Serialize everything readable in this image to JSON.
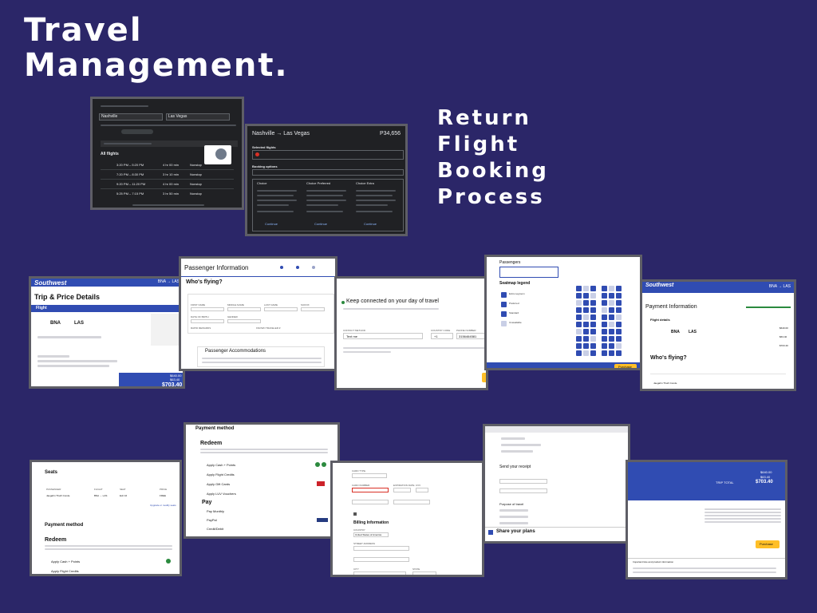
{
  "heading": {
    "title_line1": "Travel",
    "title_line2": "Management.",
    "subtitle_lines": [
      "Return",
      "Flight",
      "Booking",
      "Process"
    ]
  },
  "shot1": {
    "from": "Nashville",
    "to": "Las Vegas",
    "section": "All flights",
    "times": [
      "3:20 PM – 5:20 PM",
      "7:20 PM – 8:30 PM",
      "9:20 PM – 11:20 PM",
      "5:25 PM – 7:15 PM"
    ],
    "durations": [
      "4 hr 00 min",
      "3 hr 10 min",
      "4 hr 00 min",
      "3 hr 50 min"
    ],
    "stops": [
      "Nonstop",
      "Nonstop",
      "Nonstop",
      "Nonstop"
    ]
  },
  "shot2": {
    "route": "Nashville → Las Vegas",
    "price": "P34,656",
    "selected_label": "Selected flights",
    "booking_label": "Booking options",
    "fares": [
      "Choice",
      "Choice Preferred",
      "Choice Extra"
    ],
    "button": "Continue"
  },
  "shot3": {
    "logo": "Southwest",
    "route": "BNA → LAS",
    "title": "Trip & Price Details",
    "flight_label": "Flight",
    "from": "BNA",
    "to": "LAS",
    "total": "$703.40",
    "amount1": "$640.00",
    "amount2": "$63.40"
  },
  "shot4": {
    "title": "Passenger Information",
    "section": "Who's flying?",
    "fields": [
      "FIRST NAME",
      "MIDDLE NAME",
      "LAST NAME",
      "SUFFIX",
      "DATE OF BIRTH",
      "GENDER",
      "RAPID REWARDS",
      "KNOWN TRAVELER #"
    ],
    "accommodations": "Passenger Accommodations"
  },
  "shot5": {
    "title": "Keep connected on your day of travel",
    "labels": [
      "CONTACT METHOD",
      "COUNTRY CODE",
      "PHONE NUMBER"
    ],
    "values": [
      "Text me",
      "+1",
      "3156464581"
    ]
  },
  "shot6": {
    "label": "Passengers",
    "legend_title": "Seatmap legend",
    "legend": [
      "Extra Legroom",
      "Preferred",
      "Standard",
      "Unavailable"
    ],
    "button": "Purchase"
  },
  "shot7": {
    "logo": "Southwest",
    "route": "BNA → LAS",
    "title": "Payment Information",
    "flight_details": "Flight details",
    "from": "BNA",
    "to": "LAS",
    "prices": [
      "$640.00",
      "$63.40",
      "$703.40"
    ],
    "who": "Who's flying?",
    "passenger": "Jaegahn Thurli Conde"
  },
  "shot8": {
    "title": "Payment method",
    "redeem": "Redeem",
    "redeem_options": [
      "Apply Cash + Points",
      "Apply Flight Credits",
      "Apply Gift Cards",
      "Apply LUV Vouchers"
    ],
    "pay": "Pay",
    "pay_options": [
      "Pay Monthly",
      "PayPal",
      "Credit/Debit"
    ]
  },
  "shot9": {
    "seats_title": "Seats",
    "passenger": "Jaegahn Thurli Conde",
    "seat_cols": [
      "PASSENGER",
      "FLIGHT",
      "SEAT",
      "PRICE"
    ],
    "seat_vals": [
      "BNA → LAS",
      "Exit 16",
      "FREE"
    ],
    "upgrade": "Upgrade or modify seats",
    "payment_title": "Payment method",
    "redeem": "Redeem",
    "options": [
      "Apply Cash + Points",
      "Apply Flight Credits"
    ]
  },
  "shot10": {
    "billing": "Billing Information",
    "fields": [
      "CARD TYPE",
      "CARD NUMBER",
      "EXPIRATION DATE",
      "CVV",
      "COUNTRY",
      "STREET ADDRESS",
      "CITY",
      "STATE"
    ],
    "country": "United States of America"
  },
  "shot11": {
    "receipt": "Send your receipt",
    "purpose": "Purpose of travel",
    "share": "Share your plans"
  },
  "shot12": {
    "amounts": [
      "$640.00",
      "$63.40",
      "$703.40"
    ],
    "total_label": "TRIP TOTAL",
    "button": "Purchase",
    "notice": "Important fare and product information"
  }
}
